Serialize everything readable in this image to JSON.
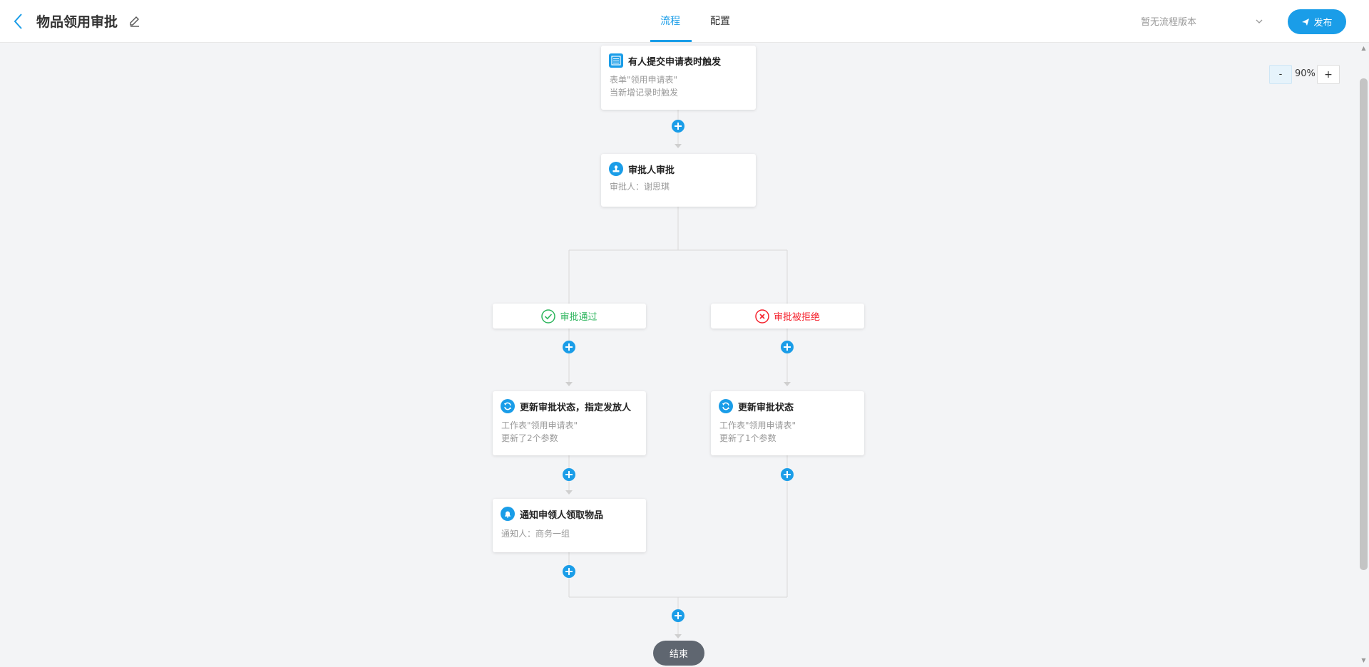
{
  "header": {
    "title": "物品领用审批",
    "tabs": [
      {
        "label": "流程",
        "active": true
      },
      {
        "label": "配置",
        "active": false
      }
    ],
    "version_select": "暂无流程版本",
    "publish_label": "发布"
  },
  "zoom": {
    "minus": "-",
    "value": "90%",
    "plus": "+"
  },
  "flow": {
    "trigger": {
      "title": "有人提交申请表时触发",
      "desc1": "表单\"领用申请表\"",
      "desc2": "当新增记录时触发"
    },
    "approver": {
      "title": "审批人审批",
      "desc": "审批人：谢思琪"
    },
    "branch_pass": {
      "label": "审批通过",
      "color": "#2db55d"
    },
    "branch_reject": {
      "label": "审批被拒绝",
      "color": "#f5222d"
    },
    "update_pass": {
      "title": "更新审批状态，指定发放人",
      "desc1": "工作表\"领用申请表\"",
      "desc2": "更新了2个参数"
    },
    "update_reject": {
      "title": "更新审批状态",
      "desc1": "工作表\"领用申请表\"",
      "desc2": "更新了1个参数"
    },
    "notify": {
      "title": "通知申领人领取物品",
      "desc": "通知人：商务一组"
    },
    "end_label": "结束"
  },
  "colors": {
    "accent": "#1a9de8",
    "line": "#d8d8d8",
    "end_bg": "#5f6670"
  }
}
